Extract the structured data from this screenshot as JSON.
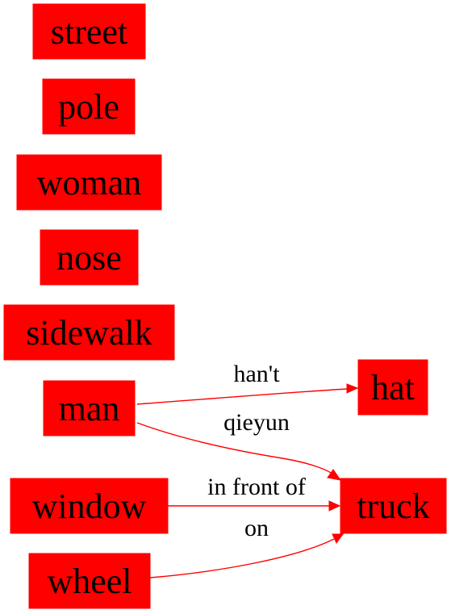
{
  "colors": {
    "node_fill": "#ff0000",
    "edge": "#ff0000",
    "text": "#000000"
  },
  "nodes": [
    {
      "id": "street",
      "label": "street"
    },
    {
      "id": "pole",
      "label": "pole"
    },
    {
      "id": "woman",
      "label": "woman"
    },
    {
      "id": "nose",
      "label": "nose"
    },
    {
      "id": "sidewalk",
      "label": "sidewalk"
    },
    {
      "id": "man",
      "label": "man"
    },
    {
      "id": "window",
      "label": "window"
    },
    {
      "id": "wheel",
      "label": "wheel"
    },
    {
      "id": "hat",
      "label": "hat"
    },
    {
      "id": "truck",
      "label": "truck"
    }
  ],
  "edges": [
    {
      "from": "man",
      "to": "hat",
      "label": "han't"
    },
    {
      "from": "man",
      "to": "truck",
      "label": "qieyun"
    },
    {
      "from": "window",
      "to": "truck",
      "label": "in front of"
    },
    {
      "from": "wheel",
      "to": "truck",
      "label": "on"
    }
  ]
}
